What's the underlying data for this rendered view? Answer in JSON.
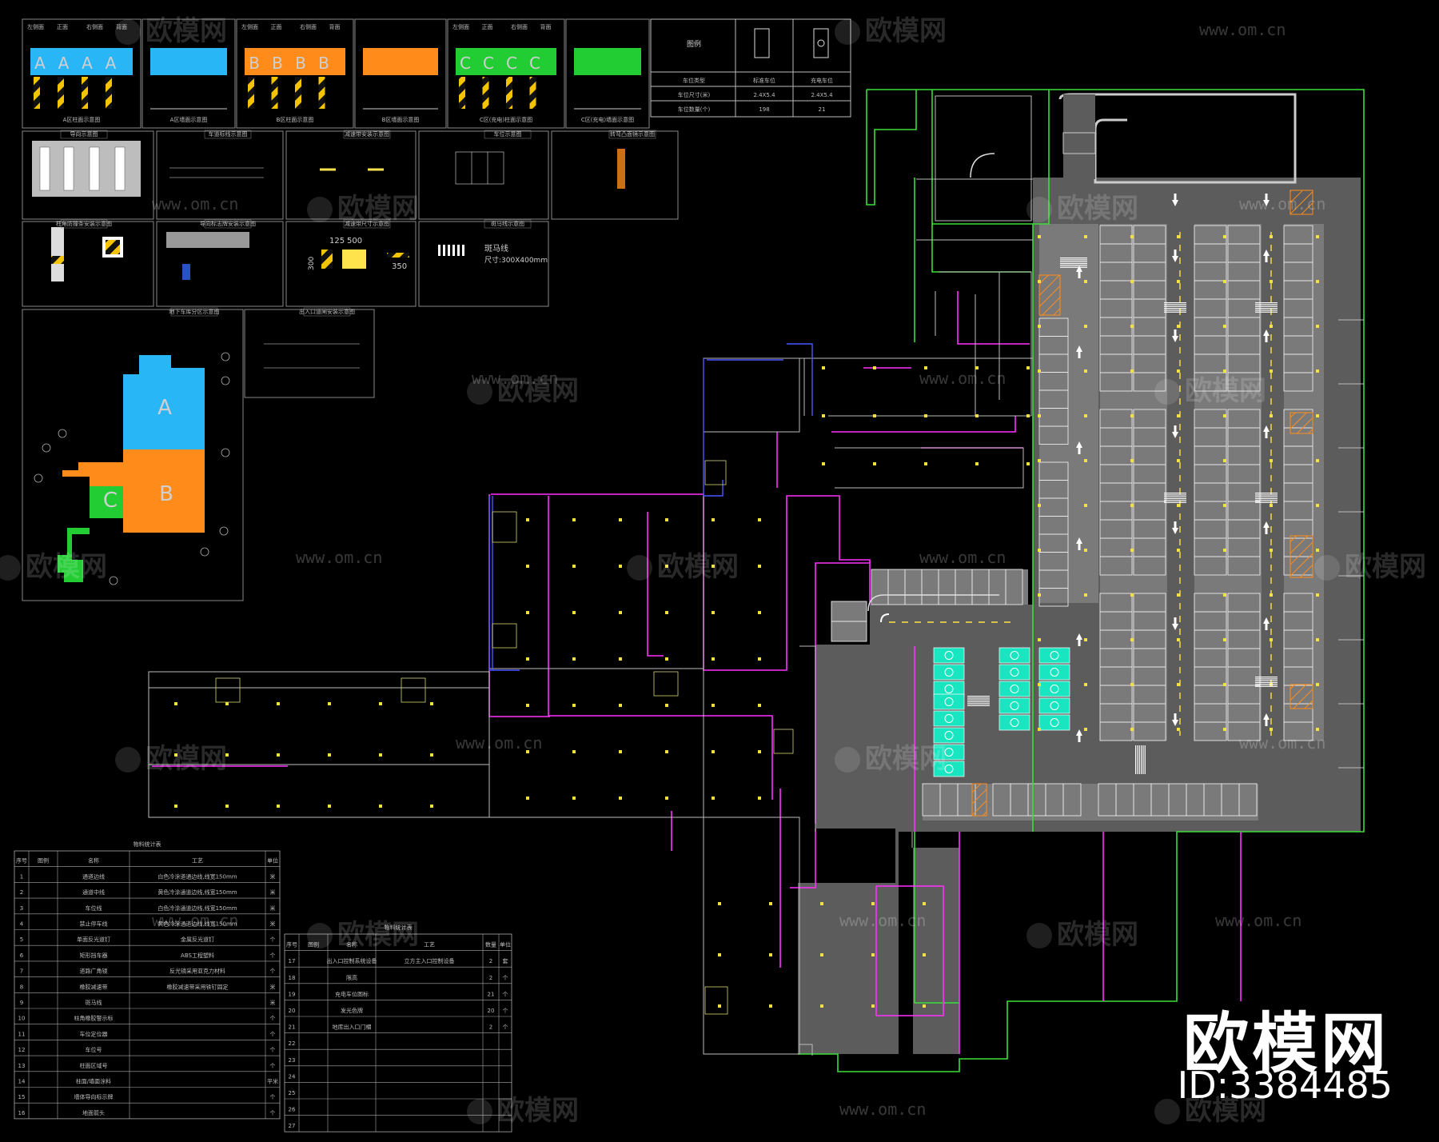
{
  "zone_labels": [
    "A",
    "B",
    "C"
  ],
  "zone_colors": {
    "A": "#29b6f6",
    "B": "#ff8c1a",
    "C": "#22cc33",
    "charging": "#19e6c0"
  },
  "column_panels": [
    {
      "caption": "A区柱面示意图",
      "letters": [
        "A",
        "A",
        "A",
        "A"
      ],
      "color": "#29b6f6",
      "striped": true,
      "heads": [
        "左侧面",
        "正面",
        "右侧面",
        "背面"
      ]
    },
    {
      "caption": "A区墙面示意图",
      "letters": [],
      "color": "#29b6f6",
      "striped": false,
      "heads": []
    },
    {
      "caption": "B区柱面示意图",
      "letters": [
        "B",
        "B",
        "B",
        "B"
      ],
      "color": "#ff8c1a",
      "striped": true,
      "heads": [
        "左侧面",
        "正面",
        "右侧面",
        "背面"
      ]
    },
    {
      "caption": "B区墙面示意图",
      "letters": [],
      "color": "#ff8c1a",
      "striped": false,
      "heads": []
    },
    {
      "caption": "C区(充电)柱面示意图",
      "letters": [
        "C",
        "C",
        "C",
        "C"
      ],
      "color": "#22cc33",
      "striped": true,
      "heads": [
        "左侧面",
        "正面",
        "右侧面",
        "背面"
      ]
    },
    {
      "caption": "C区(充电)墙面示意图",
      "letters": [],
      "color": "#22cc33",
      "striped": false,
      "heads": []
    }
  ],
  "legend_table": {
    "header": [
      "图例",
      "",
      ""
    ],
    "rows": [
      [
        "车位类型",
        "标准车位",
        "充电车位"
      ],
      [
        "车位尺寸(米)",
        "2.4X5.4",
        "2.4X5.4"
      ],
      [
        "车位数量(个)",
        "198",
        "21"
      ]
    ]
  },
  "detail_titles": [
    "导向示意图",
    "车道标线示意图",
    "减速带安装示意图",
    "车位示意图",
    "转弯凸面镜示意图",
    "柱角防撞条安装示意图",
    "导向标志牌安装示意图",
    "减速带尺寸示意图",
    "斑马线示意图",
    "地下车库分区示意图",
    "出入口道闸安装示意图"
  ],
  "detail_dims": {
    "d1": "125",
    "d2": "500",
    "d3": "300",
    "d4": "350",
    "zebra": "斑马线",
    "zebra_size": "尺寸:300X400mm"
  },
  "material_table_1": {
    "title": "物料统计表",
    "header": [
      "序号",
      "图例",
      "名称",
      "工艺",
      "单位"
    ],
    "rows": [
      [
        "1",
        "",
        "通道边线",
        "白色冷涂道通边线,线宽150mm",
        "米"
      ],
      [
        "2",
        "",
        "通道中线",
        "黄色冷涂通道边线,线宽150mm",
        "米"
      ],
      [
        "3",
        "",
        "车位线",
        "白色冷涂通道边线,线宽150mm",
        "米"
      ],
      [
        "4",
        "",
        "禁止停车线",
        "黄色冷涂通道边线,线宽150mm",
        "米"
      ],
      [
        "5",
        "",
        "单面反光道钉",
        "金属反光道钉",
        "个"
      ],
      [
        "6",
        "",
        "矩形挡车器",
        "ABS工程塑料",
        "个"
      ],
      [
        "7",
        "",
        "道路广角镜",
        "反光镜采用亚克力材料",
        "个"
      ],
      [
        "8",
        "",
        "橡胶减速带",
        "橡胶减速带采用铁钉固定",
        "米"
      ],
      [
        "9",
        "",
        "斑马线",
        "",
        "米"
      ],
      [
        "10",
        "",
        "柱角橡胶警示标",
        "",
        "个"
      ],
      [
        "11",
        "",
        "车位定位器",
        "",
        "个"
      ],
      [
        "12",
        "",
        "车位号",
        "",
        "个"
      ],
      [
        "13",
        "",
        "柱面区域号",
        "",
        "个"
      ],
      [
        "14",
        "",
        "柱面/墙面涂料",
        "",
        "平米"
      ],
      [
        "15",
        "",
        "墙体导向标示牌",
        "",
        "个"
      ],
      [
        "16",
        "",
        "地面箭头",
        "",
        "个"
      ]
    ]
  },
  "material_table_2": {
    "title": "物料统计表",
    "header": [
      "序号",
      "图例",
      "名称",
      "工艺",
      "数量",
      "单位"
    ],
    "rows": [
      [
        "17",
        "",
        "出入口控制系统设备",
        "立方主入口控制设备",
        "2",
        "套"
      ],
      [
        "18",
        "",
        "限高",
        "",
        "2",
        "个"
      ],
      [
        "19",
        "",
        "充电车位图标",
        "",
        "21",
        "个"
      ],
      [
        "20",
        "",
        "发光色牌",
        "",
        "20",
        "个"
      ],
      [
        "21",
        "",
        "地库出入口门楣",
        "",
        "2",
        "个"
      ],
      [
        "22",
        "",
        "",
        "",
        "",
        ""
      ],
      [
        "23",
        "",
        "",
        "",
        "",
        ""
      ],
      [
        "24",
        "",
        "",
        "",
        "",
        ""
      ],
      [
        "25",
        "",
        "",
        "",
        "",
        ""
      ],
      [
        "26",
        "",
        "",
        "",
        "",
        ""
      ],
      [
        "27",
        "",
        "",
        "",
        "",
        ""
      ]
    ]
  },
  "watermark": {
    "text": "欧模网",
    "url": "www.om.cn"
  },
  "brand": {
    "name": "欧模网",
    "id": "ID:3384485"
  },
  "icons": [
    "logo-icon",
    "charging-icon",
    "arrow-icon"
  ]
}
